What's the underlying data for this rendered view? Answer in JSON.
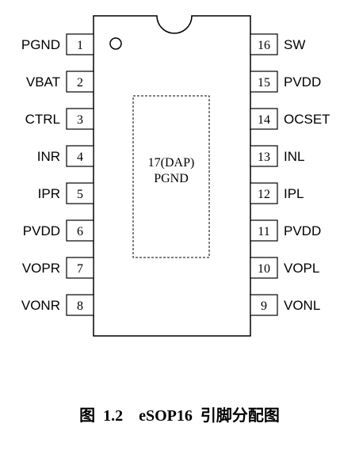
{
  "diagram": {
    "left_pins": [
      {
        "number": "1",
        "name": "PGND"
      },
      {
        "number": "2",
        "name": "VBAT"
      },
      {
        "number": "3",
        "name": "CTRL"
      },
      {
        "number": "4",
        "name": "INR"
      },
      {
        "number": "5",
        "name": "IPR"
      },
      {
        "number": "6",
        "name": "PVDD"
      },
      {
        "number": "7",
        "name": "VOPR"
      },
      {
        "number": "8",
        "name": "VONR"
      }
    ],
    "right_pins": [
      {
        "number": "16",
        "name": "SW"
      },
      {
        "number": "15",
        "name": "PVDD"
      },
      {
        "number": "14",
        "name": "OCSET"
      },
      {
        "number": "13",
        "name": "INL"
      },
      {
        "number": "12",
        "name": "IPL"
      },
      {
        "number": "11",
        "name": "PVDD"
      },
      {
        "number": "10",
        "name": "VOPL"
      },
      {
        "number": "9",
        "name": "VONL"
      }
    ],
    "dap_line1": "17(DAP)",
    "dap_line2": "PGND"
  },
  "caption": "图  1.2    eSOP16  引脚分配图"
}
